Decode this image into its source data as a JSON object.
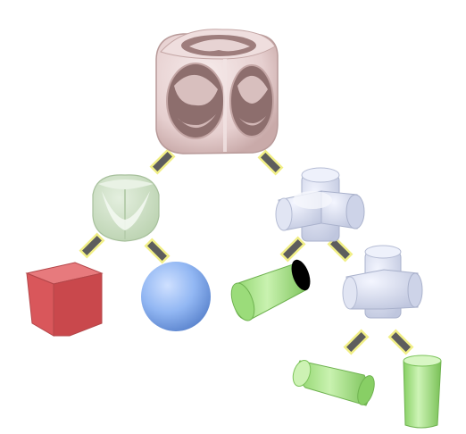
{
  "tree": {
    "root": {
      "shape": "rounded-cube-minus-three-cylinders",
      "operation": "difference",
      "color": "#e6cfcf"
    },
    "left_node": {
      "shape": "rounded-cube-intersection",
      "operation": "intersection",
      "color": "#c7dcbe"
    },
    "right_node": {
      "shape": "three-cylinders-union",
      "operation": "union",
      "color": "#d7dcef"
    },
    "right_subnode": {
      "shape": "two-cylinders-union",
      "operation": "union",
      "color": "#d7dcef"
    },
    "leaves": [
      {
        "shape": "cube",
        "color": "#d8595d"
      },
      {
        "shape": "sphere",
        "color": "#8db4f2"
      },
      {
        "shape": "cylinder",
        "color": "#a9e38a"
      },
      {
        "shape": "cylinder",
        "color": "#a9e38a"
      },
      {
        "shape": "cylinder",
        "color": "#a9e38a"
      }
    ],
    "connector_color": "#5d5d5d",
    "connector_outline": "#f1ef86"
  }
}
